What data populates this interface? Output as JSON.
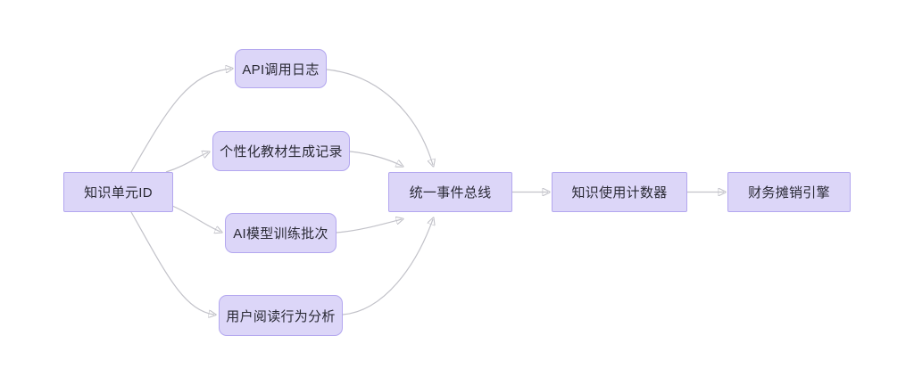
{
  "diagram": {
    "type": "flowchart-left-to-right",
    "colors": {
      "node_fill": "#dcd6f8",
      "node_border": "#b3a7ef",
      "node_text": "#2a2a35",
      "edge_line": "#c2c2c9",
      "arrowhead": "#8e8e98",
      "background": "#ffffff"
    },
    "nodes": [
      {
        "id": "knowledge-unit-id",
        "label": "知识单元ID",
        "shape": "rect"
      },
      {
        "id": "api-call-log",
        "label": "API调用日志",
        "shape": "rounded"
      },
      {
        "id": "personalized-textbook-record",
        "label": "个性化教材生成记录",
        "shape": "rounded"
      },
      {
        "id": "ai-model-training-batch",
        "label": "AI模型训练批次",
        "shape": "rounded"
      },
      {
        "id": "user-reading-behavior-analysis",
        "label": "用户阅读行为分析",
        "shape": "rounded"
      },
      {
        "id": "unified-event-bus",
        "label": "统一事件总线",
        "shape": "rect"
      },
      {
        "id": "knowledge-usage-counter",
        "label": "知识使用计数器",
        "shape": "rect"
      },
      {
        "id": "financial-amortization-engine",
        "label": "财务摊销引擎",
        "shape": "rect"
      }
    ],
    "edges": [
      {
        "from": "knowledge-unit-id",
        "to": "api-call-log"
      },
      {
        "from": "knowledge-unit-id",
        "to": "personalized-textbook-record"
      },
      {
        "from": "knowledge-unit-id",
        "to": "ai-model-training-batch"
      },
      {
        "from": "knowledge-unit-id",
        "to": "user-reading-behavior-analysis"
      },
      {
        "from": "api-call-log",
        "to": "unified-event-bus"
      },
      {
        "from": "personalized-textbook-record",
        "to": "unified-event-bus"
      },
      {
        "from": "ai-model-training-batch",
        "to": "unified-event-bus"
      },
      {
        "from": "user-reading-behavior-analysis",
        "to": "unified-event-bus"
      },
      {
        "from": "unified-event-bus",
        "to": "knowledge-usage-counter"
      },
      {
        "from": "knowledge-usage-counter",
        "to": "financial-amortization-engine"
      }
    ]
  }
}
